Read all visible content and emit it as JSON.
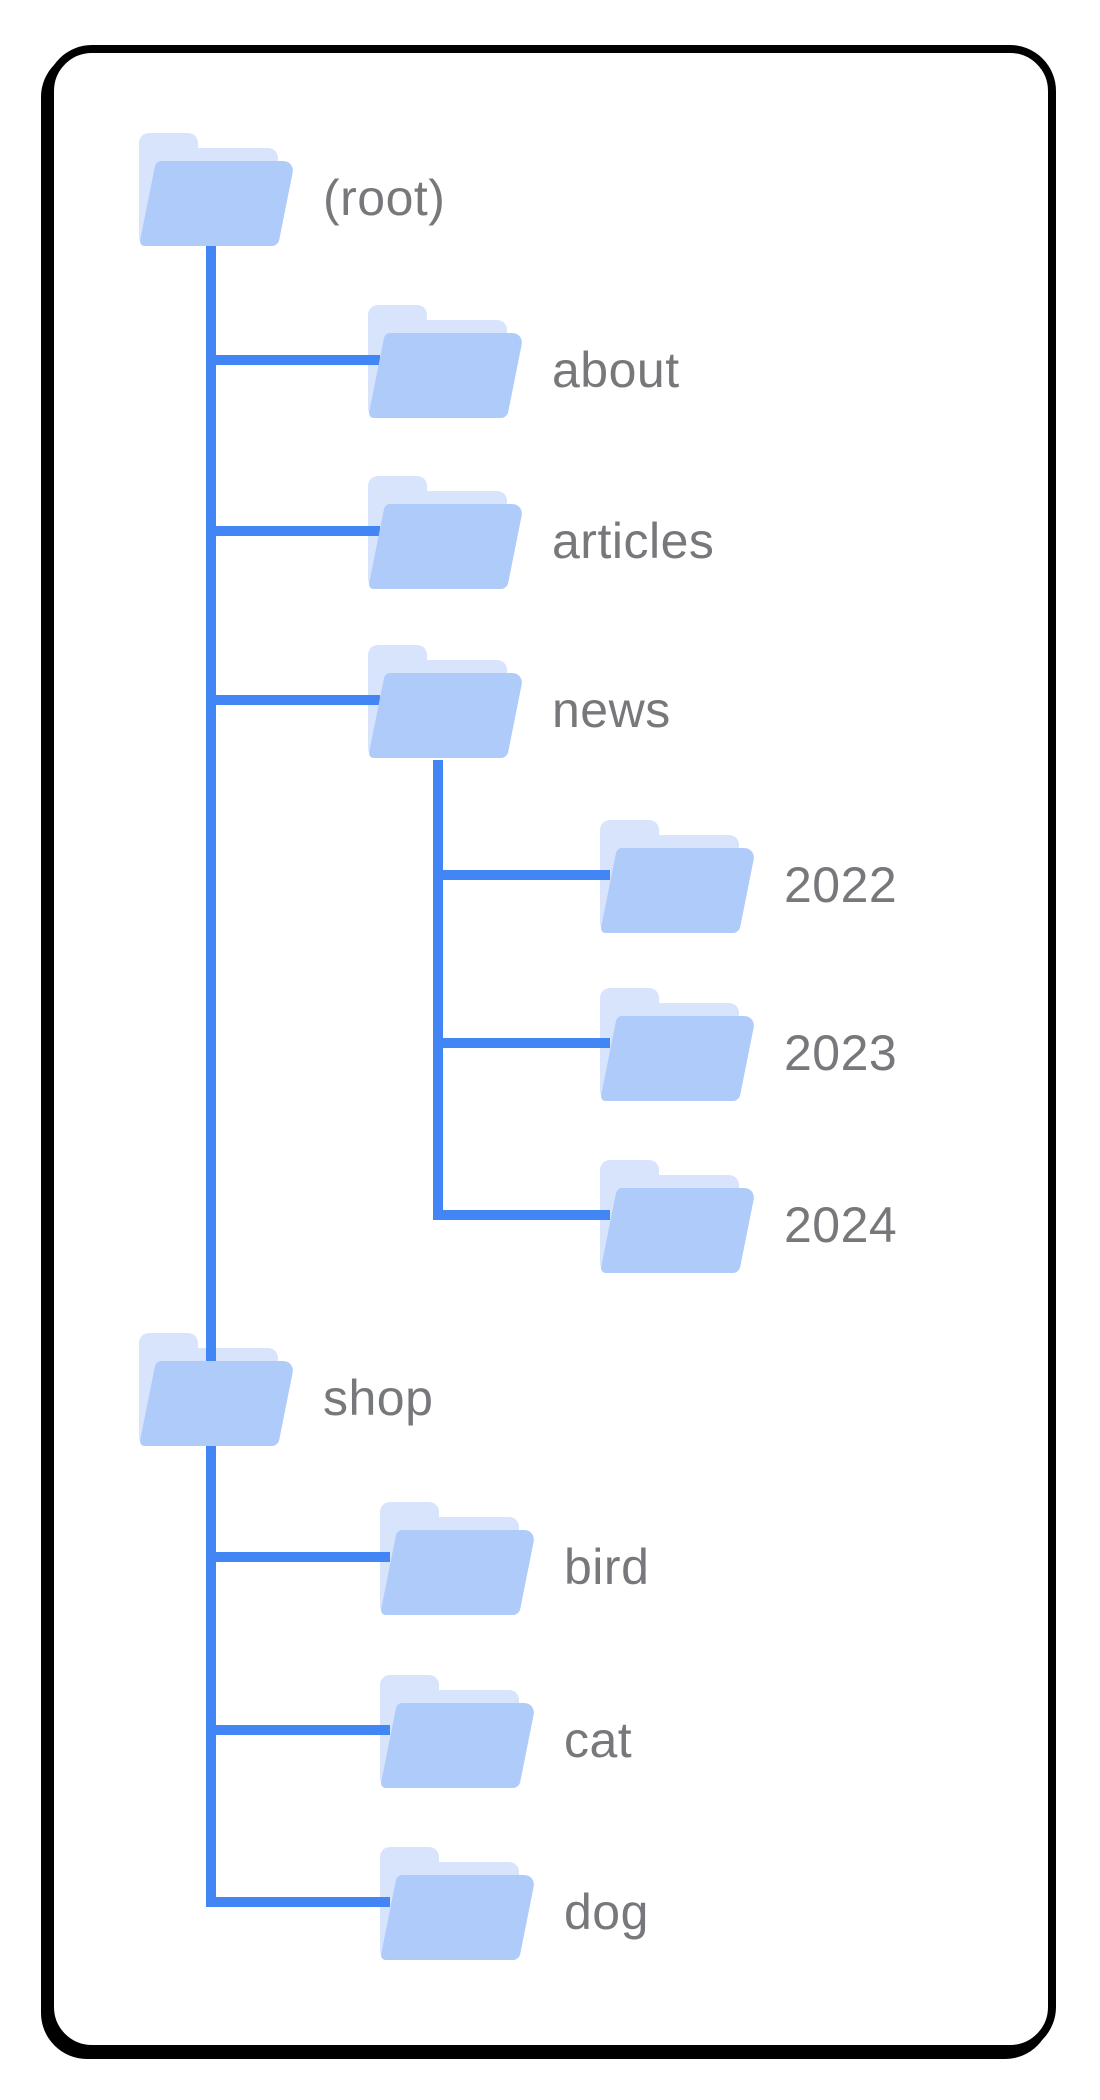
{
  "card": {
    "type": "site-folder-tree-diagram",
    "colors": {
      "line": "#4285F4",
      "folder_front": "#AECBFA",
      "folder_back": "#D7E4FC",
      "label": "#77787B",
      "card_border": "#000000",
      "card_bg": "#FFFFFF"
    },
    "tree": {
      "label": "(root)",
      "children": [
        {
          "label": "about",
          "children": []
        },
        {
          "label": "articles",
          "children": []
        },
        {
          "label": "news",
          "children": [
            {
              "label": "2022",
              "children": []
            },
            {
              "label": "2023",
              "children": []
            },
            {
              "label": "2024",
              "children": []
            }
          ]
        },
        {
          "label": "shop",
          "children": [
            {
              "label": "bird",
              "children": []
            },
            {
              "label": "cat",
              "children": []
            },
            {
              "label": "dog",
              "children": []
            }
          ]
        }
      ]
    }
  }
}
